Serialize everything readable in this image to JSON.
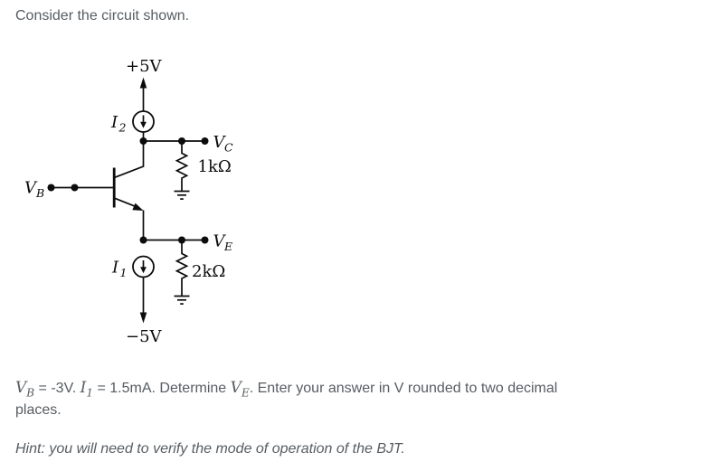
{
  "page": {
    "background": "#ffffff",
    "text_color": "#575d62",
    "circuit_color": "#0c0c0c"
  },
  "header": {
    "title": "Consider the circuit shown."
  },
  "circuit": {
    "supply_top": "+5V",
    "supply_bottom": "−5V",
    "current_source_top": {
      "name": "I",
      "sub": "2"
    },
    "current_source_bottom": {
      "name": "I",
      "sub": "1"
    },
    "node_collector": {
      "name": "V",
      "sub": "C"
    },
    "node_emitter": {
      "name": "V",
      "sub": "E"
    },
    "node_base": {
      "name": "V",
      "sub": "B"
    },
    "resistor_collector": "1kΩ",
    "resistor_emitter": "2kΩ"
  },
  "question": {
    "runs": [
      {
        "main": "V",
        "sub": "B"
      },
      {
        "text": " = -3V. "
      },
      {
        "main": "I",
        "sub": "1"
      },
      {
        "text": " = 1.5mA. Determine "
      },
      {
        "main": "V",
        "sub": "E"
      },
      {
        "text": ". Enter your answer in V rounded to two decimal"
      },
      {
        "text": "places."
      }
    ]
  },
  "hint": "Hint: you will need to verify the mode of operation of the BJT."
}
